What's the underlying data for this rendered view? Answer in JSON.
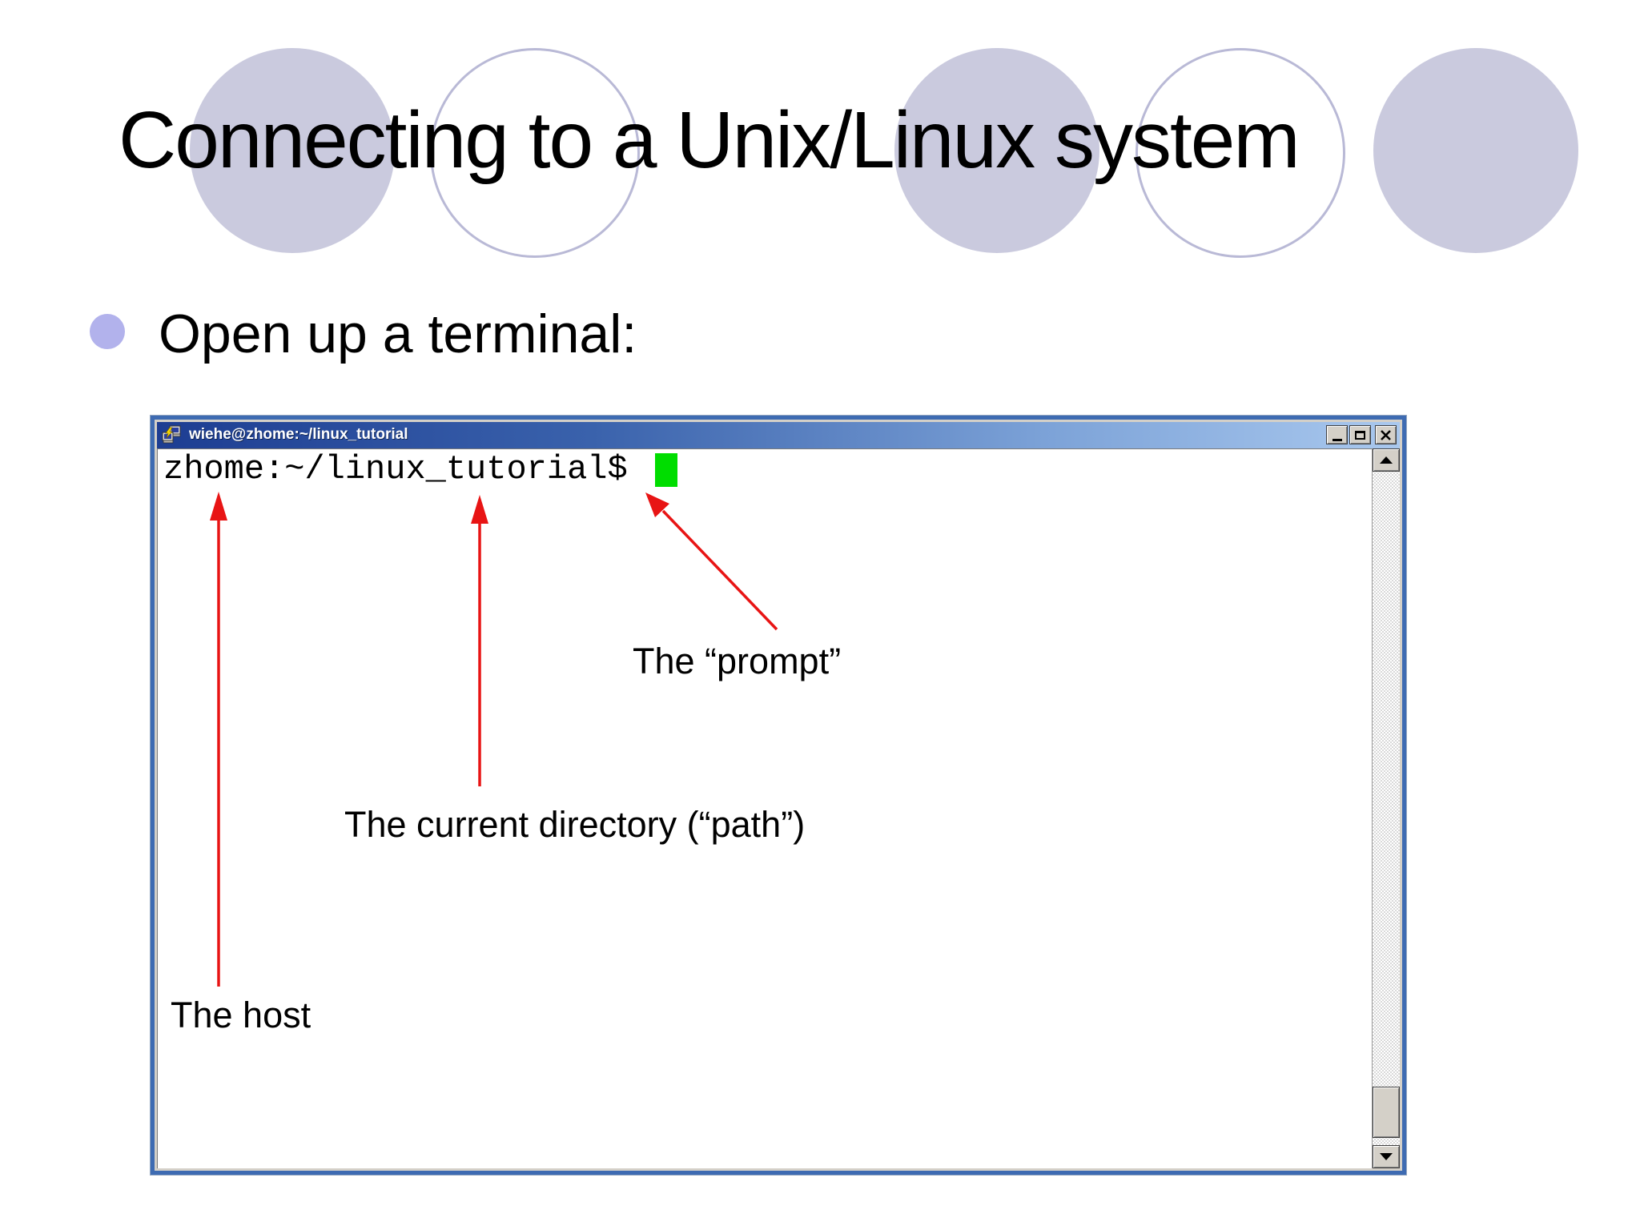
{
  "slide": {
    "title": "Connecting to a Unix/Linux system",
    "bullet": "Open up a terminal:"
  },
  "terminal_window": {
    "title": "wiehe@zhome:~/linux_tutorial",
    "prompt": "zhome:~/linux_tutorial$",
    "cursor_color": "#00dd00"
  },
  "annotations": {
    "prompt_label": "The “prompt”",
    "current_directory_label": "The current directory (“path”)",
    "host_label": "The host",
    "arrow_color": "#e81414"
  },
  "colors": {
    "circle_fill": "#cacade",
    "circle_outline": "#b9b9d6",
    "bullet_dot": "#b2b2ec",
    "titlebar_gradient_left": "#1d3d92",
    "titlebar_gradient_right": "#a9c8ee",
    "window_frame_blue": "#3e6bb2",
    "window_frame_gray": "#d4d0c8"
  }
}
